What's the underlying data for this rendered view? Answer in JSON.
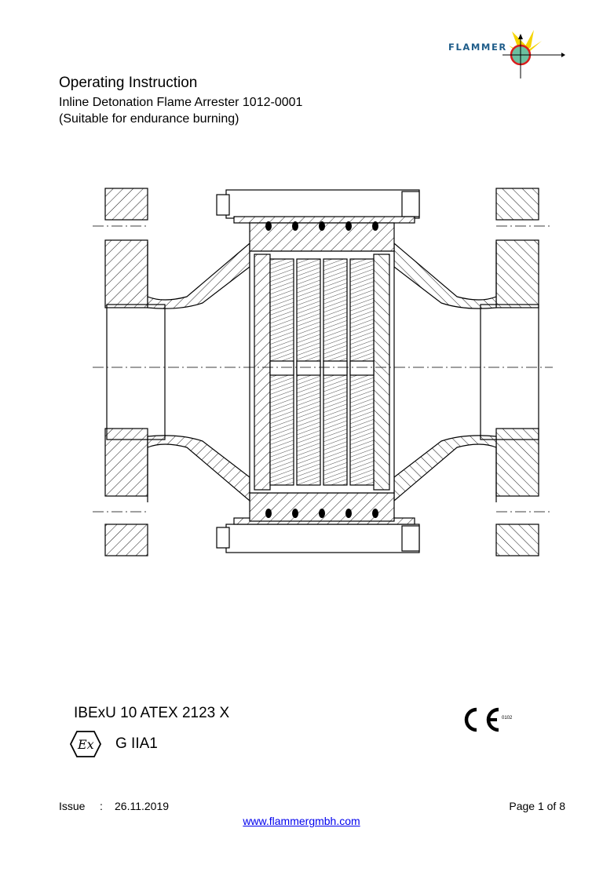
{
  "brand": {
    "name": "FLAMMER",
    "colors": {
      "brand_blue": "#1f5d8a",
      "flame_yellow": "#f5d400",
      "ring_red": "#d81e1e",
      "globe_green": "#6cc0a0"
    }
  },
  "header": {
    "title": "Operating Instruction",
    "subtitle": "Inline Detonation Flame Arrester 1012-0001",
    "note": "(Suitable for endurance burning)"
  },
  "drawing": {
    "icon": "flame-arrester-cross-section"
  },
  "certification": {
    "atex": "IBExU 10 ATEX 2123 X",
    "ex_icon": "ex-hexagon-icon",
    "gas_group": "G IIA1",
    "ce_mark": "CE",
    "notified_body": "0102"
  },
  "footer": {
    "issue_label": "Issue",
    "separator": ":",
    "issue_date": "26.11.2019",
    "page": "Page 1 of 8",
    "website": "www.flammergmbh.com"
  }
}
